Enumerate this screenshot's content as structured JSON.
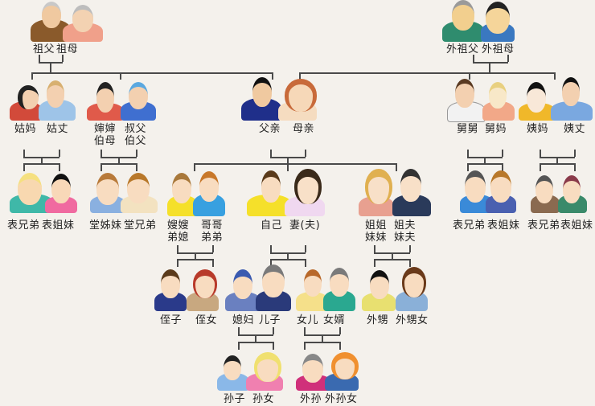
{
  "diagram": {
    "type": "family-tree",
    "background": "#f4f1ec",
    "line_color": "#4a4a4a",
    "nodes": {
      "grandfather": "祖父",
      "grandmother": "祖母",
      "maternal_grandfather": "外祖父",
      "maternal_grandmother": "外祖母",
      "paternal_aunt": "姑妈",
      "paternal_aunt_husband": "姑丈",
      "paternal_uncle_wife_1": "婶婶",
      "paternal_uncle_wife_2": "伯母",
      "paternal_uncle_1": "叔父",
      "paternal_uncle_2": "伯父",
      "father": "父亲",
      "mother": "母亲",
      "maternal_uncle": "舅舅",
      "maternal_uncle_wife": "舅妈",
      "maternal_aunt": "姨妈",
      "maternal_aunt_husband": "姨丈",
      "cousin_m_1": "表兄弟",
      "cousin_f_1": "表姐妹",
      "cousin_paternal_f": "堂姊妹",
      "cousin_paternal_m": "堂兄弟",
      "sister_in_law_1": "嫂嫂",
      "sister_in_law_2": "弟媳",
      "brother_1": "哥哥",
      "brother_2": "弟弟",
      "self": "自己",
      "spouse": "妻(夫)",
      "sister_1": "姐姐",
      "sister_2": "妹妹",
      "sister_husband_1": "姐夫",
      "sister_husband_2": "妹夫",
      "cousin_m_2": "表兄弟",
      "cousin_f_2": "表姐妹",
      "cousin_m_3": "表兄弟",
      "cousin_f_3": "表姐妹",
      "nephew": "侄子",
      "niece": "侄女",
      "daughter_in_law": "媳妇",
      "son": "儿子",
      "daughter": "女儿",
      "son_in_law": "女婿",
      "sister_son": "外甥",
      "sister_daughter": "外甥女",
      "grandson": "孙子",
      "granddaughter": "孙女",
      "daughter_son": "外孙",
      "daughter_daughter": "外孙女"
    }
  }
}
